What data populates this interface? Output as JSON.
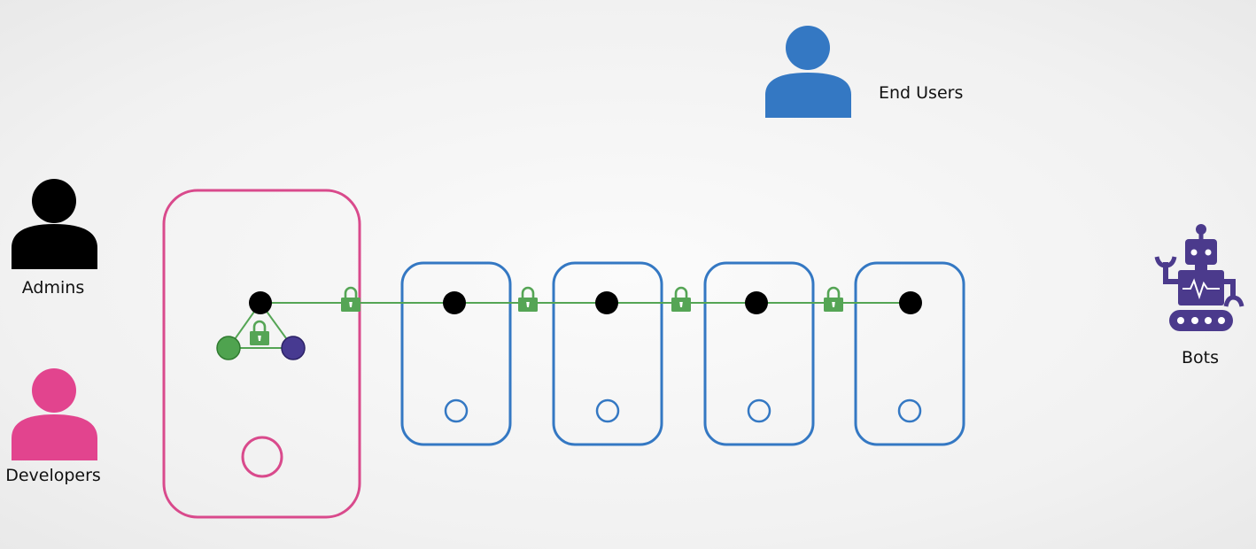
{
  "actors": {
    "end_users": {
      "label": "End Users",
      "color": "#3478c3",
      "icon": "person-icon"
    },
    "admins": {
      "label": "Admins",
      "color": "#000000",
      "icon": "person-icon"
    },
    "developers": {
      "label": "Developers",
      "color": "#e2448e",
      "icon": "person-icon"
    },
    "bots": {
      "label": "Bots",
      "color": "#4b3a8c",
      "icon": "robot-icon"
    }
  },
  "colors": {
    "master_node_border": "#d94a8c",
    "worker_node_border": "#3478c3",
    "link": "#55a555",
    "lock": "#55a555",
    "node_point": "#000000",
    "green_component": "#4fa34f",
    "purple_component": "#473a91"
  },
  "icons": {
    "lock": "lock-icon"
  }
}
